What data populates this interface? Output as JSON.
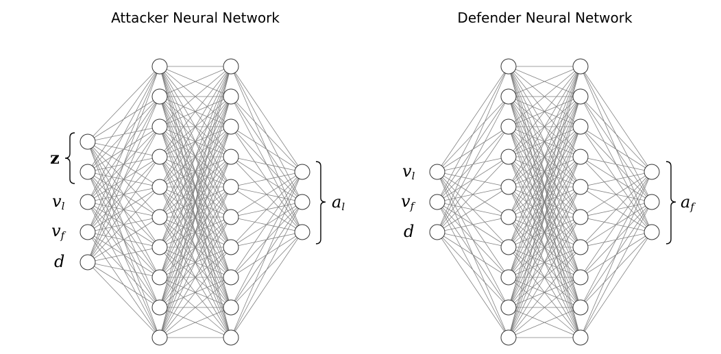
{
  "colors": {
    "edge": "#7f7f7f",
    "node_stroke": "#333333",
    "node_fill": "#ffffff",
    "text": "#000000"
  },
  "networks": [
    {
      "id": "attacker",
      "title": "Attacker Neural Network",
      "layer_sizes": [
        5,
        10,
        10,
        3
      ],
      "input_labels": [
        {
          "base": "v",
          "sub": "l"
        },
        {
          "base": "v",
          "sub": "f"
        },
        {
          "base": "d",
          "sub": ""
        }
      ],
      "input_group_label": "z",
      "input_group_size": 2,
      "output_label": {
        "base": "a",
        "sub": "l"
      }
    },
    {
      "id": "defender",
      "title": "Defender Neural Network",
      "layer_sizes": [
        3,
        10,
        10,
        3
      ],
      "input_labels": [
        {
          "base": "v",
          "sub": "l"
        },
        {
          "base": "v",
          "sub": "f"
        },
        {
          "base": "d",
          "sub": ""
        }
      ],
      "input_group_label": "",
      "input_group_size": 0,
      "output_label": {
        "base": "a",
        "sub": "f"
      }
    }
  ]
}
